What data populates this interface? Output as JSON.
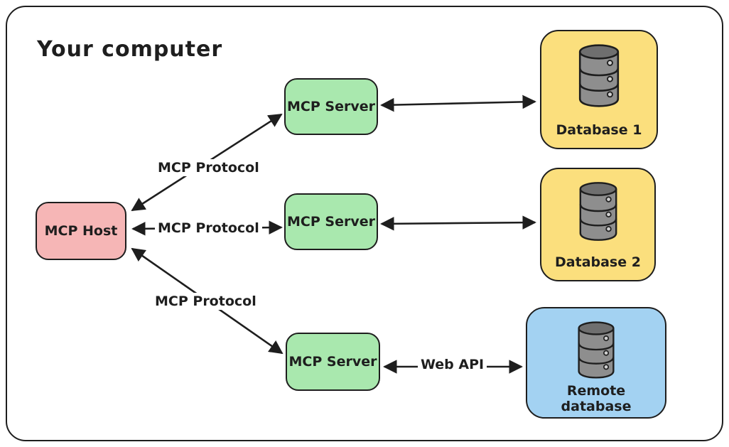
{
  "title": "Your computer",
  "nodes": {
    "host": {
      "label": "MCP Host"
    },
    "server1": {
      "label": "MCP Server"
    },
    "server2": {
      "label": "MCP Server"
    },
    "server3": {
      "label": "MCP Server"
    },
    "db1": {
      "label": "Database 1"
    },
    "db2": {
      "label": "Database 2"
    },
    "remote": {
      "label": "Remote database"
    }
  },
  "edges": {
    "host_server1": {
      "label": "MCP Protocol"
    },
    "host_server2": {
      "label": "MCP Protocol"
    },
    "host_server3": {
      "label": "MCP Protocol"
    },
    "server1_db1": {
      "label": ""
    },
    "server2_db2": {
      "label": ""
    },
    "server3_remote": {
      "label": "Web API"
    }
  },
  "colors": {
    "stroke": "#1e1e1e",
    "host_fill": "#f6b6b6",
    "server_fill": "#a9e8ae",
    "database_fill": "#fbdf7d",
    "remote_fill": "#a3d2f2",
    "icon_body": "#8e8e8e",
    "icon_top": "#6f6f6f"
  }
}
